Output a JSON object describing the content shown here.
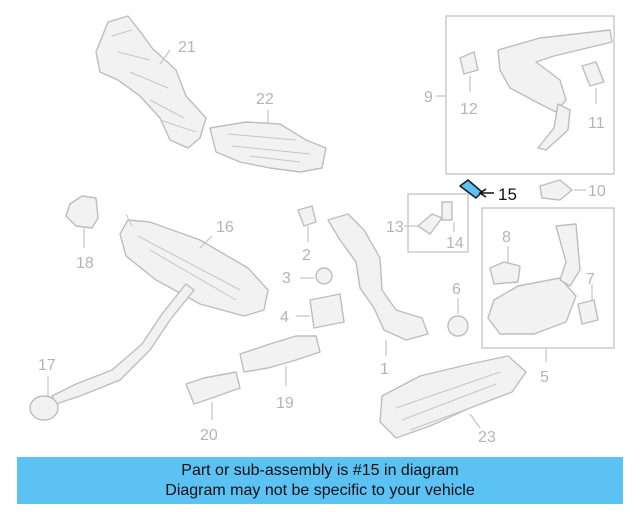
{
  "highlight": {
    "part_number": "15",
    "color": "#5cc1f3"
  },
  "callouts": {
    "n1": "1",
    "n2": "2",
    "n3": "3",
    "n4": "4",
    "n5": "5",
    "n6": "6",
    "n7": "7",
    "n8": "8",
    "n9": "9",
    "n10": "10",
    "n11": "11",
    "n12": "12",
    "n13": "13",
    "n14": "14",
    "n15": "15",
    "n16": "16",
    "n17": "17",
    "n18": "18",
    "n19": "19",
    "n20": "20",
    "n21": "21",
    "n22": "22",
    "n23": "23"
  },
  "banner": {
    "line1": "Part or sub-assembly is #15 in diagram",
    "line2": "Diagram may not be specific to your vehicle",
    "color": "#5cc1f3"
  }
}
